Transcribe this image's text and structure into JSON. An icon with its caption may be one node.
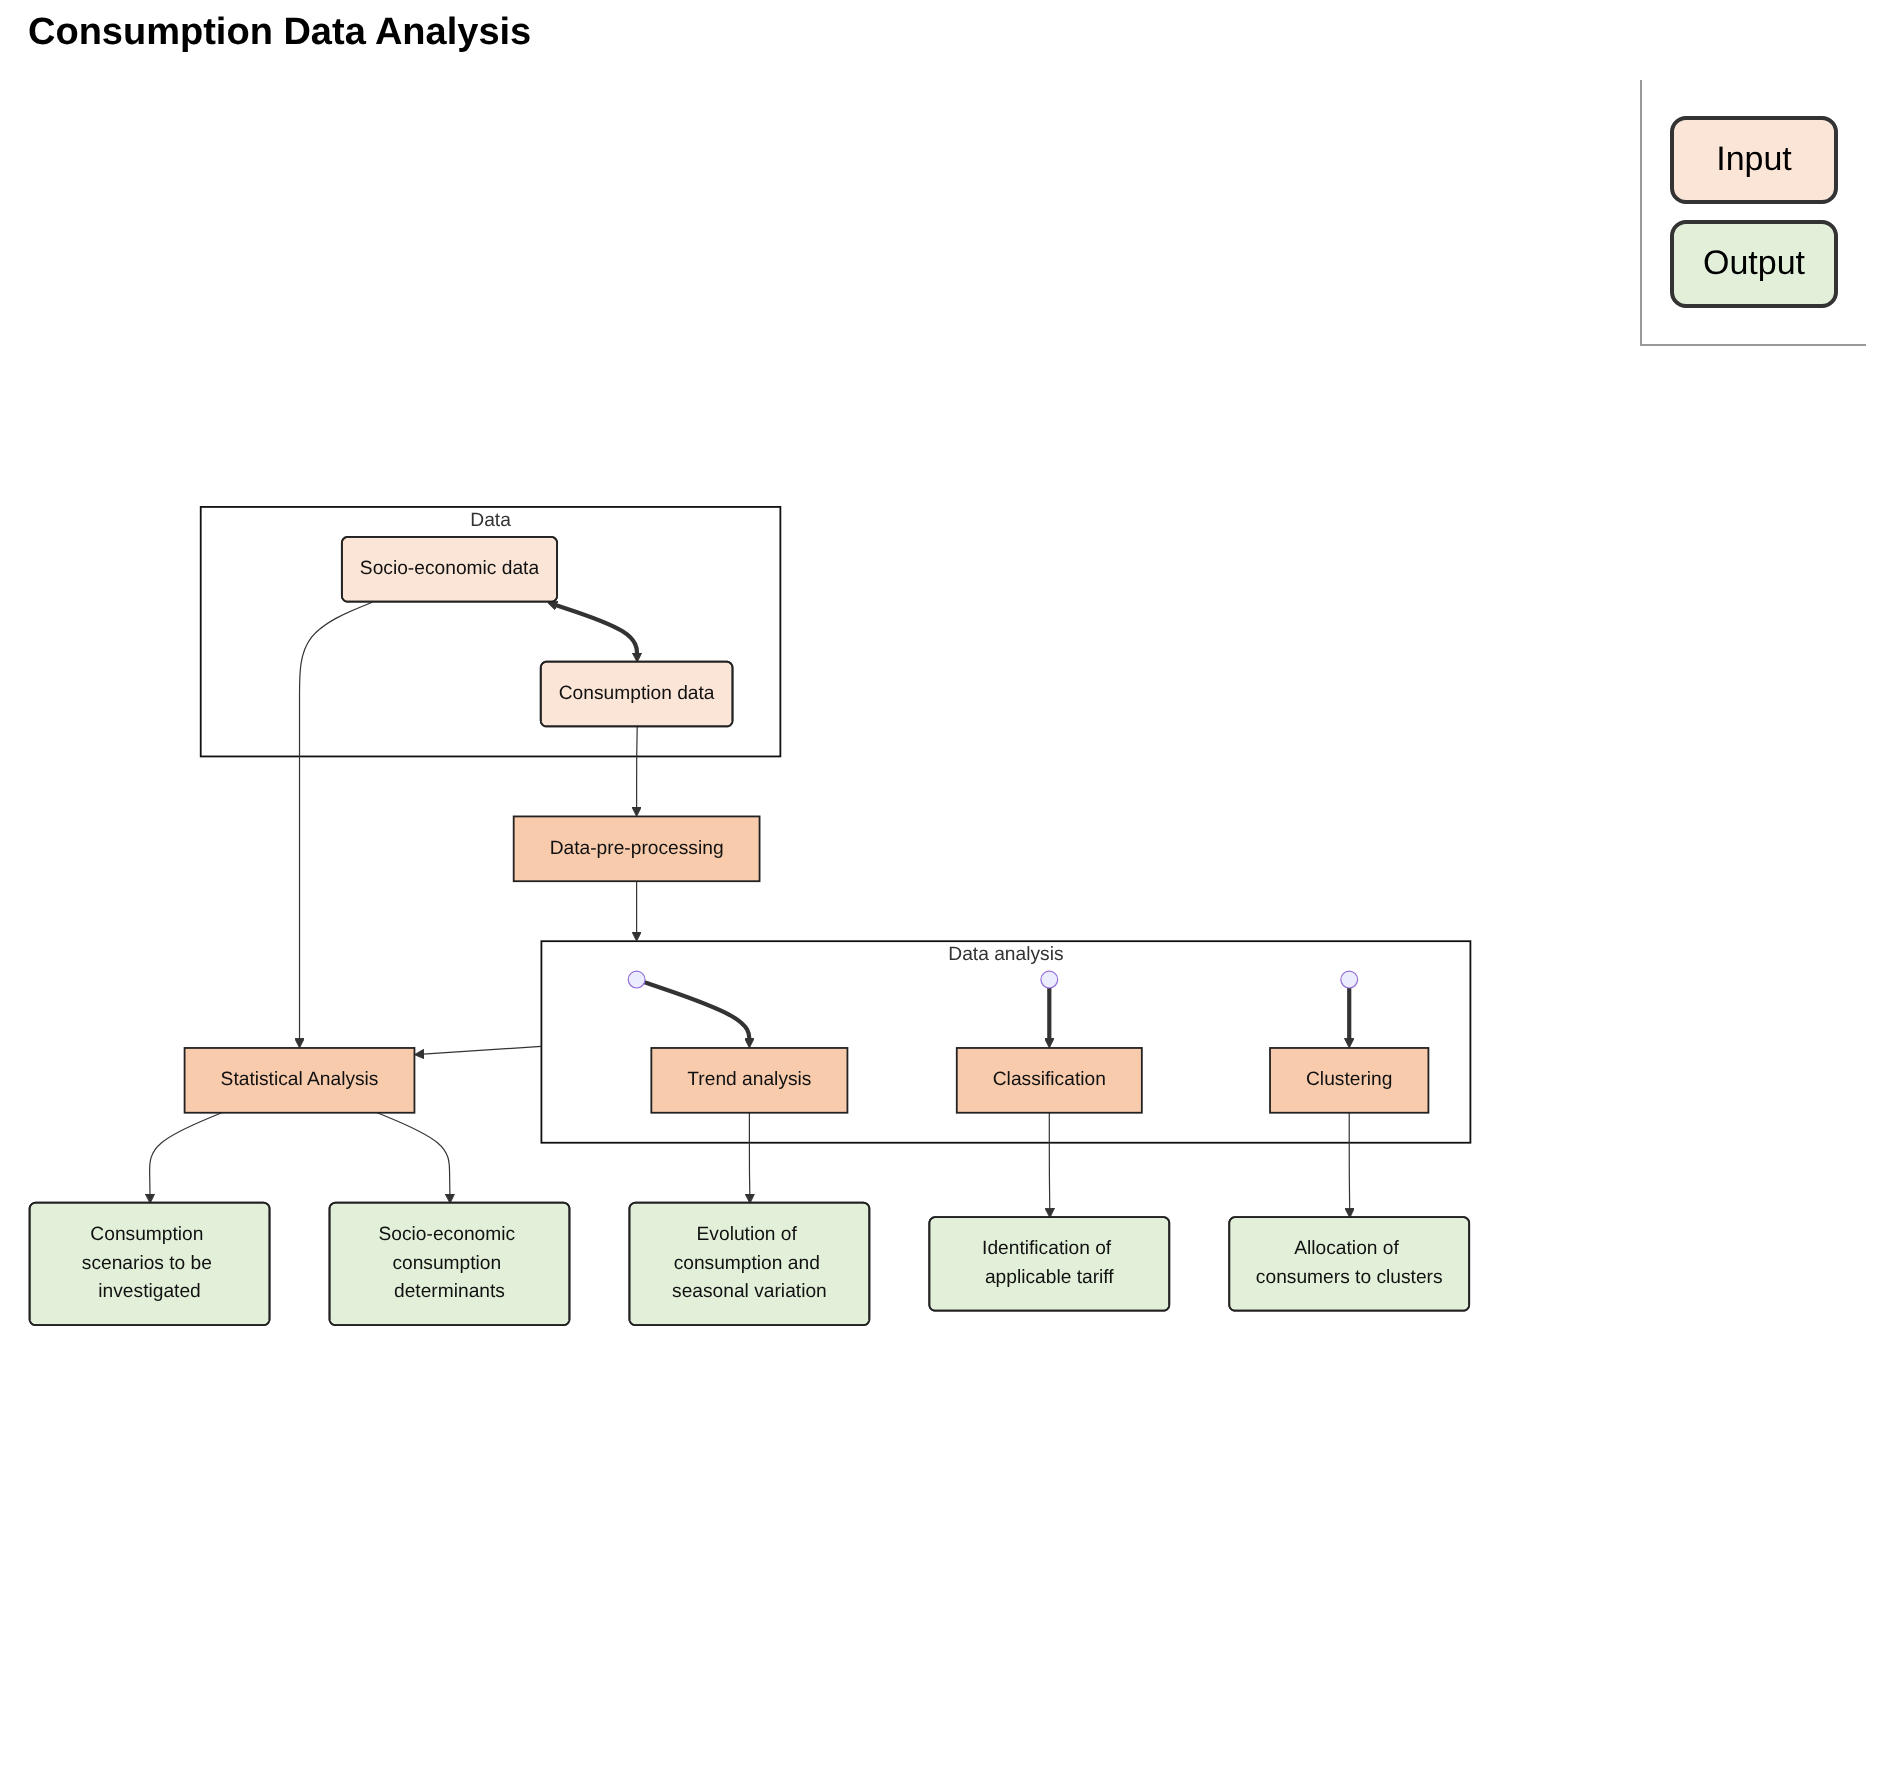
{
  "diagram": {
    "title": "Consumption Data Analysis",
    "nodes": [
      {
        "text": [
          "Data"
        ]
      },
      {
        "text": [
          "Socio-economic data"
        ],
        "in": 0
      },
      {
        "text": [
          "Consumption data"
        ],
        "in": 0
      },
      {
        "text": [
          "Data-pre-processing"
        ]
      },
      {
        "text": [
          "Data analysis"
        ]
      },
      {
        "text": [
          "Trend analysis"
        ],
        "in": 4
      },
      {
        "text": [
          "Classification"
        ],
        "in": 4
      },
      {
        "text": [
          "Clustering"
        ],
        "in": 4
      },
      {
        "text": [
          "Evolution of consumption and seasonal variation"
        ]
      },
      {
        "text": [
          "Identification of applicable tariff"
        ]
      },
      {
        "text": [
          "Allocation of consumers to clusters"
        ]
      },
      {
        "text": [
          "Statistical Analysis"
        ]
      },
      {
        "text": [
          "Socio-economic consumption determinants"
        ]
      },
      {
        "text": [
          "Consumption scenarios to be investigated"
        ]
      }
    ],
    "edges": [
      {
        "from": 1,
        "to": 2,
        "arrow": "both",
        "style": "thick"
      },
      {
        "from": 2,
        "to": 3,
        "arrow": "to"
      },
      {
        "from": 3,
        "to": 4,
        "arrow": "to"
      },
      {
        "from": null,
        "to": 5,
        "arrow": "to",
        "style": "thick"
      },
      {
        "from": null,
        "to": 6,
        "arrow": "to",
        "style": "thick"
      },
      {
        "from": null,
        "to": 7,
        "arrow": "to",
        "style": "thick"
      },
      {
        "from": 5,
        "to": 8,
        "arrow": "to"
      },
      {
        "from": 6,
        "to": 9,
        "arrow": "to"
      },
      {
        "from": 7,
        "to": 10,
        "arrow": "to"
      },
      {
        "from": 1,
        "to": 11,
        "arrow": "to"
      },
      {
        "from": 4,
        "to": 11,
        "arrow": "to"
      },
      {
        "from": 11,
        "to": 12,
        "arrow": "to"
      },
      {
        "from": 11,
        "to": 13,
        "arrow": "to"
      }
    ],
    "legend": [
      {
        "text": "Input",
        "color": "#fbe5d6"
      },
      {
        "text": "Output",
        "color": "#e2f0d9"
      }
    ]
  }
}
